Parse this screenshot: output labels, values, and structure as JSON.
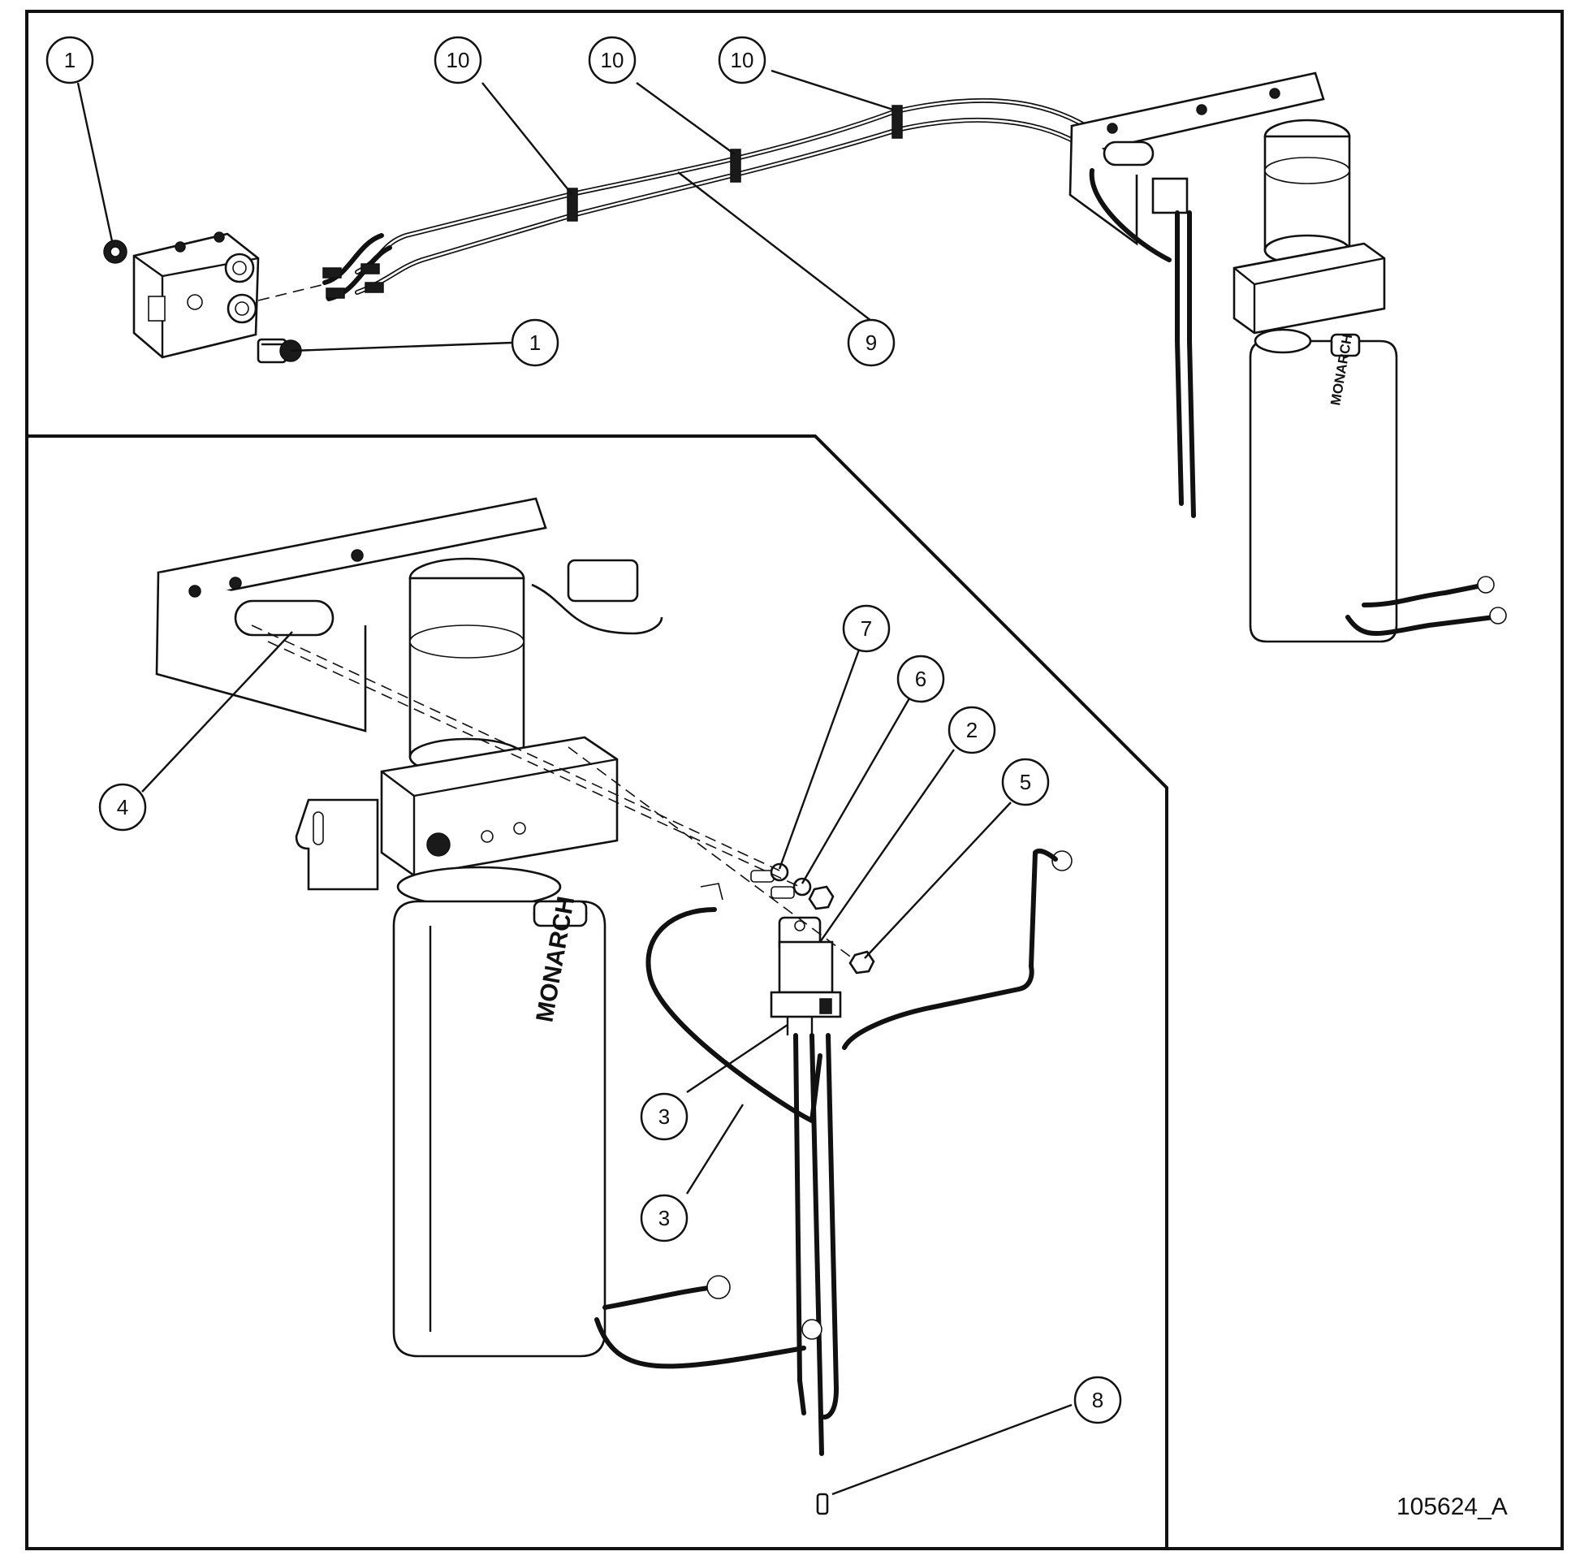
{
  "drawing_id": "105624_A",
  "brand_label": "MONARCH",
  "callouts": [
    {
      "label": "1"
    },
    {
      "label": "10"
    },
    {
      "label": "10"
    },
    {
      "label": "10"
    },
    {
      "label": "1"
    },
    {
      "label": "9"
    },
    {
      "label": "7"
    },
    {
      "label": "6"
    },
    {
      "label": "2"
    },
    {
      "label": "5"
    },
    {
      "label": "4"
    },
    {
      "label": "3"
    },
    {
      "label": "3"
    },
    {
      "label": "8"
    }
  ]
}
